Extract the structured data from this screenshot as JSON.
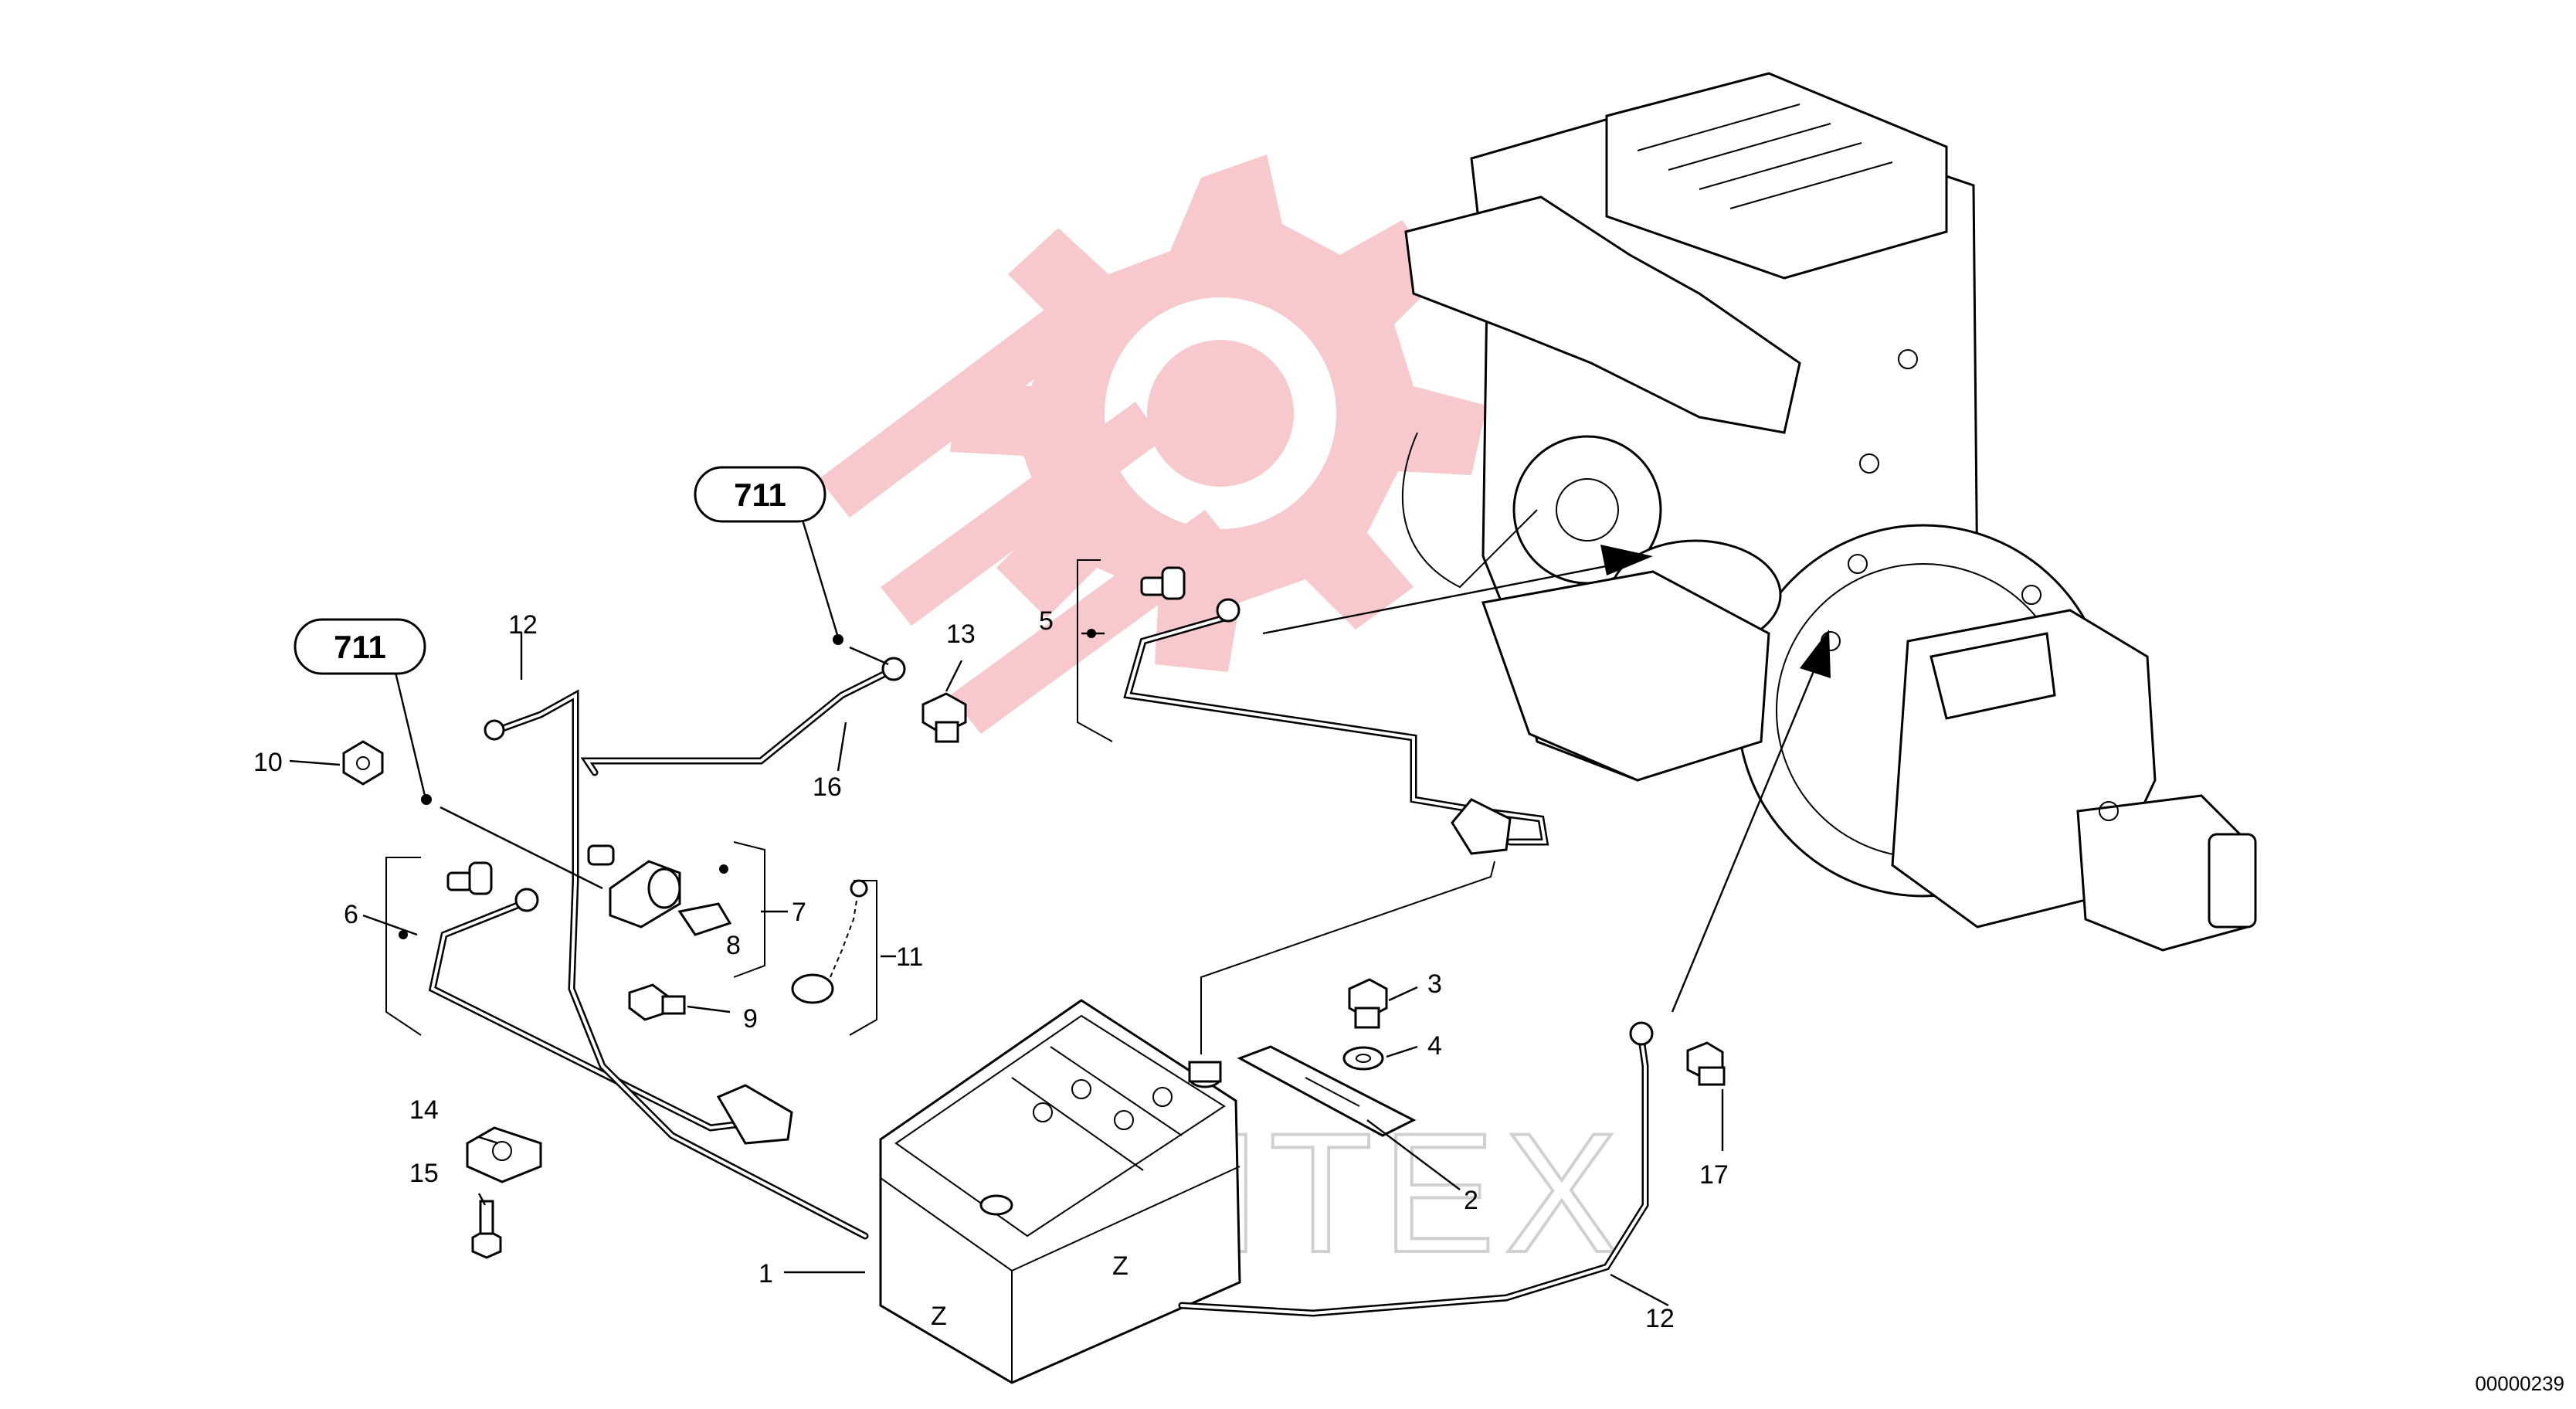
{
  "reference_bubbles": [
    "711",
    "711"
  ],
  "part_numbers": {
    "p1": "1",
    "p2": "2",
    "p3": "3",
    "p4": "4",
    "p5": "5",
    "p6": "6",
    "p7": "7",
    "p8": "8",
    "p9": "9",
    "p10": "10",
    "p11": "11",
    "p12a": "12",
    "p12b": "12",
    "p13": "13",
    "p14": "14",
    "p15": "15",
    "p16": "16",
    "p17": "17"
  },
  "battery_marks": [
    "Z",
    "Z"
  ],
  "watermark_text": "KINTEX",
  "document_id": "00000239",
  "colors": {
    "watermark_gear": "#f7c3c7",
    "watermark_text": "#d9d9d9",
    "lines": "#000000"
  }
}
